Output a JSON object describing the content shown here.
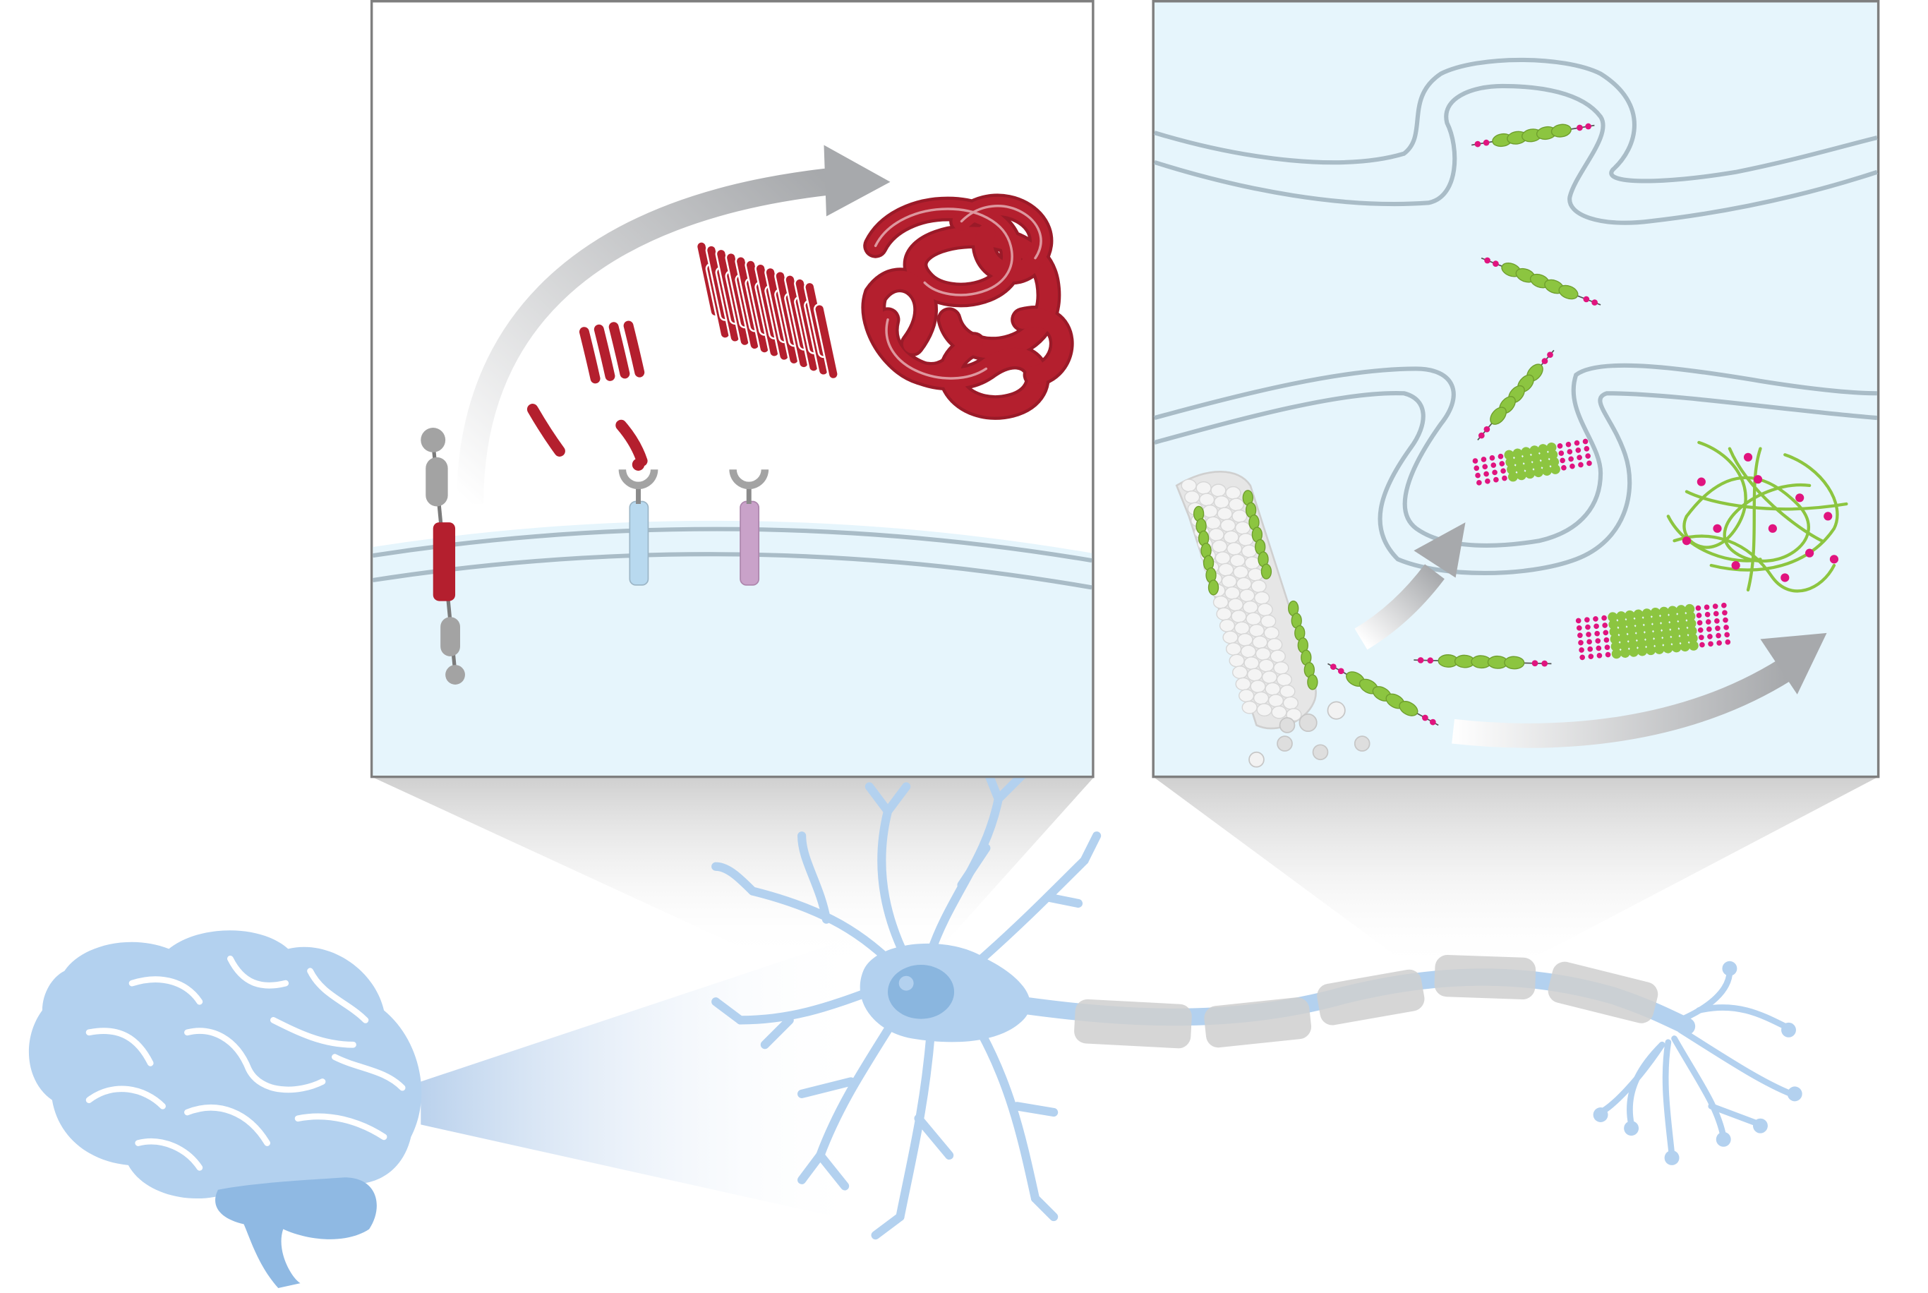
{
  "figure": {
    "panels": [
      {
        "name": "left-panel",
        "depicts": "amyloid-aggregation"
      },
      {
        "name": "right-panel",
        "depicts": "tau-synapse"
      }
    ],
    "colors": {
      "background": "#ffffff",
      "panel_fill": "#e6f5fc",
      "panel_border": "#7f7f7f",
      "membrane": "#a9bcc7",
      "brain": "#b3d1ef",
      "brain_dark": "#8fb9e3",
      "neuron": "#b3d1ef",
      "nucleus": "#8ab6df",
      "myelin": "#d0d0d0",
      "amyloid_red": "#b41f2e",
      "receptor_grey": "#a3a3a3",
      "receptor_blue": "#b8d9ef",
      "receptor_purple": "#c9a2c9",
      "tau_green": "#8cc540",
      "phospho_pink": "#e0147f",
      "microtubule": "#dcdcdc",
      "arrow_grey": "#a7a9ac"
    },
    "icons": [
      "brain-icon",
      "neuron-icon",
      "app-protein-icon",
      "receptor-icon",
      "amyloid-plaque-icon",
      "microtubule-icon",
      "tau-protein-icon",
      "neurofibrillary-tangle-icon",
      "synapse-icon"
    ]
  }
}
